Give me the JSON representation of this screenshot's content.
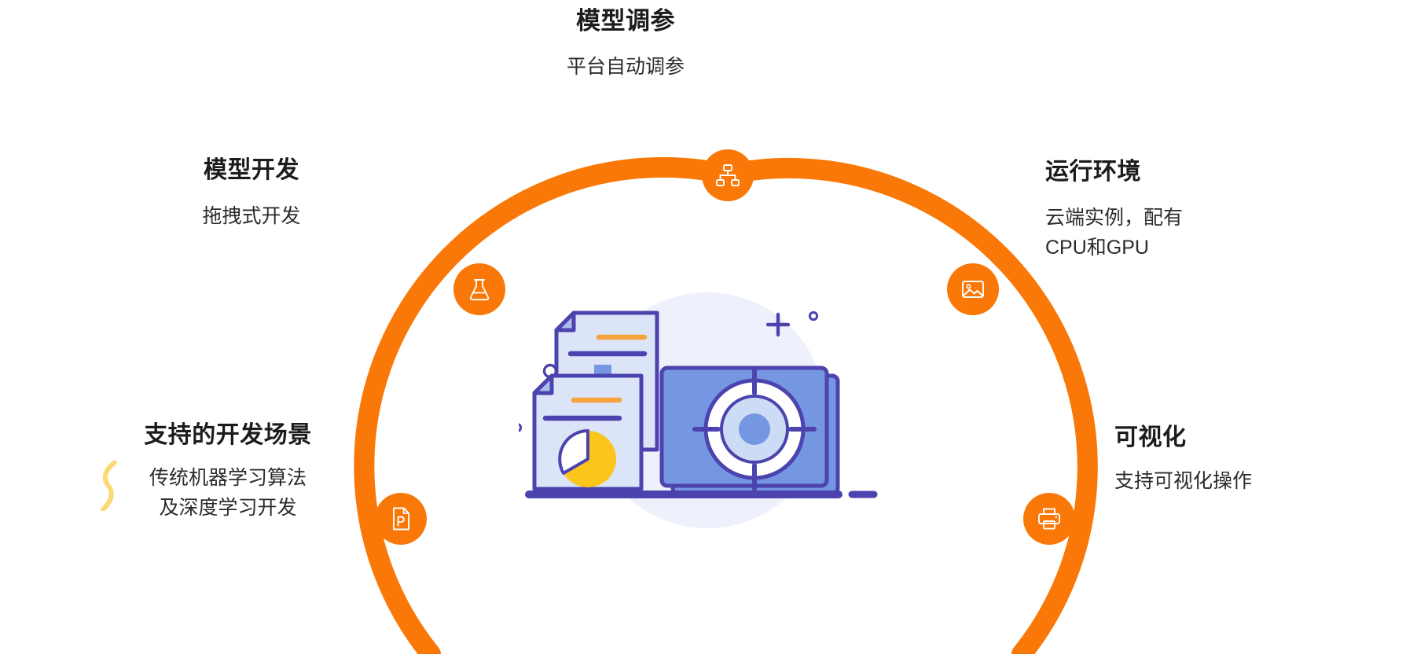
{
  "infographic": {
    "accent_color": "#f97807",
    "highlight_color": "#fcd975",
    "illustration_primary": "#4c43ae",
    "illustration_secondary": "#7596e0",
    "illustration_bg": "#eef1fb",
    "nodes": [
      {
        "id": "tuning",
        "icon": "hierarchy-icon",
        "title": "模型调参",
        "desc": [
          "平台自动调参"
        ]
      },
      {
        "id": "development",
        "icon": "flask-icon",
        "title": "模型开发",
        "desc": [
          "拖拽式开发"
        ]
      },
      {
        "id": "runtime",
        "icon": "image-icon",
        "title": "运行环境",
        "desc": [
          "云端实例，配有",
          "CPU和GPU"
        ]
      },
      {
        "id": "scenarios",
        "icon": "powerpoint-file-icon",
        "title": "支持的开发场景",
        "desc": [
          "传统机器学习算法",
          "及深度学习开发"
        ]
      },
      {
        "id": "visualization",
        "icon": "printer-icon",
        "title": "可视化",
        "desc": [
          "支持可视化操作"
        ]
      }
    ]
  }
}
